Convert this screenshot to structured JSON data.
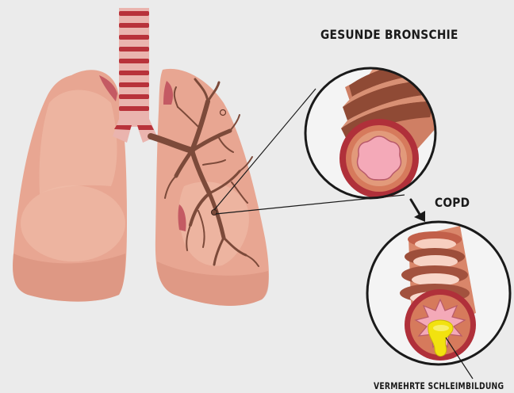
{
  "labels": {
    "healthy_bronchus": "GESUNDE BRONSCHIE",
    "copd": "COPD",
    "mucus": "VERMEHRTE SCHLEIMBILDUNG"
  },
  "colors": {
    "background": "#ebebeb",
    "lung": "#e8a692",
    "lung_light": "#f1c0ac",
    "trachea_band": "#b8323a",
    "trachea_gap": "#eab4ae",
    "bronchial_tree": "#7c4a3a",
    "airway_wall": "#cf7f64",
    "airway_ring": "#8f4a35",
    "lumen": "#f4a9b8",
    "mucus": "#f2e20f",
    "outline": "#1a1a1a"
  },
  "icons": [
    "trachea",
    "lungs",
    "bronchial-tree",
    "healthy-bronchus-tube",
    "copd-bronchus-tube",
    "mucus-plug",
    "arrow-down-icon"
  ]
}
